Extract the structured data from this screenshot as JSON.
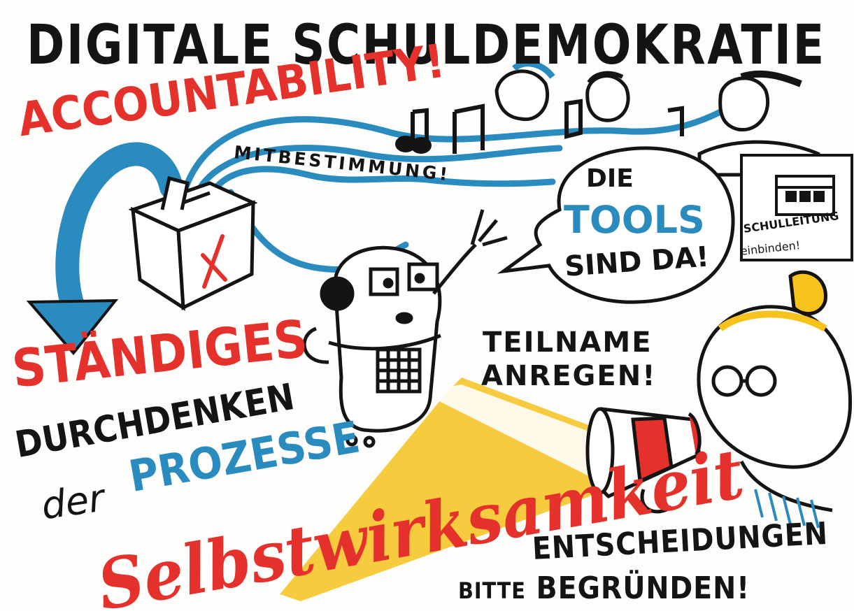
{
  "title": "DIGITALE SCHULDEMOKRATIE",
  "accountability": "ACCOUNTABILITY!",
  "mitbestimmung": "MITBESTIMMUNG!",
  "speech_bubble": {
    "line1": "DIE",
    "line2": "TOOLS",
    "line3": "SIND DA!"
  },
  "school_sign": {
    "line1": "SCHULLEITUNG",
    "line2": "einbinden!"
  },
  "teilname": {
    "line1": "TEILNAME",
    "line2": "ANREGEN!"
  },
  "staendiges": {
    "line1": "STÄNDIGES",
    "line2": "DURCHDENKEN",
    "line3_a": "der",
    "line3_b": "PROZESSE"
  },
  "selbstwirksamkeit": "Selbstwirksamkeit",
  "entscheidungen": {
    "line1": "ENTSCHEIDUNGEN",
    "line2_a": "BITTE",
    "line2_b": "BEGRÜNDEN!"
  },
  "colors": {
    "ink": "#141414",
    "red": "#e5312b",
    "blue": "#2a8bbf",
    "yellow": "#f6c21c"
  }
}
